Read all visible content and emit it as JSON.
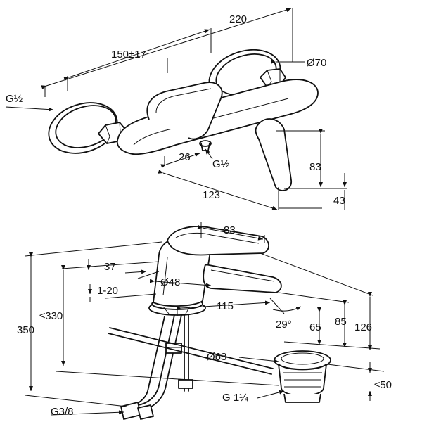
{
  "top_view": {
    "dims": {
      "width_220": "220",
      "spacing_150": "150±17",
      "rosette_dia": "Ø70",
      "thread_left": "G½",
      "outlet_offset": "26",
      "outlet_thread": "G½",
      "depth_123": "123",
      "lever_83": "83",
      "lever_43": "43"
    }
  },
  "side_view": {
    "dims": {
      "lever_len_83": "83",
      "spout_37": "37",
      "body_dia_48": "Ø48",
      "deck_range": "1-20",
      "reach_115": "115",
      "max_330": "≤330",
      "total_350": "350",
      "spout_angle": "29°",
      "height_65": "65",
      "height_85": "85",
      "height_126": "126",
      "waste_dia": "Ø63",
      "waste_50": "≤50",
      "waste_thread": "G 1¼",
      "supply_thread": "G3/8"
    }
  }
}
